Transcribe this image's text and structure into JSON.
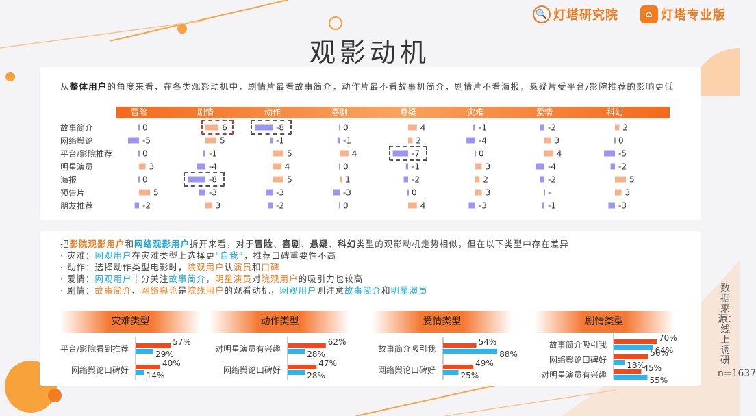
{
  "brand": {
    "left_name": "灯塔研究院",
    "right_name": "灯塔专业版"
  },
  "page_title": "观影动机",
  "intro": {
    "t1": "从",
    "t2": "整体用户",
    "t3": "的角度来看，在各类观影动机中，剧情片最看故事简介，动作片最不看故事机简介，剧情片不看海报，悬疑片受平台/影院推荐的影响更低"
  },
  "chart_data": {
    "type": "bar",
    "title": "",
    "genres": [
      "冒险",
      "剧情",
      "动作",
      "喜剧",
      "悬疑",
      "灾难",
      "爱情",
      "科幻"
    ],
    "rows": [
      "故事简介",
      "网络舆论",
      "平台/影院推荐",
      "明星演员",
      "海报",
      "预告片",
      "朋友推荐"
    ],
    "values": [
      [
        0,
        6,
        -8,
        0,
        4,
        -1,
        -2,
        2
      ],
      [
        -5,
        5,
        -1,
        -1,
        2,
        -4,
        3,
        0
      ],
      [
        0,
        -1,
        5,
        4,
        -7,
        0,
        4,
        -5
      ],
      [
        3,
        -4,
        4,
        0,
        -1,
        3,
        -4,
        -2
      ],
      [
        0,
        -8,
        5,
        1,
        -2,
        2,
        -2,
        5
      ],
      [
        5,
        -3,
        -3,
        -3,
        0,
        3,
        "-",
        3
      ],
      [
        -2,
        3,
        -2,
        0,
        4,
        -3,
        -1,
        -3
      ]
    ],
    "highlights": [
      {
        "row": 0,
        "col": 1,
        "style": "red"
      },
      {
        "row": 0,
        "col": 2,
        "style": "dark"
      },
      {
        "row": 2,
        "col": 4,
        "style": "dark"
      },
      {
        "row": 4,
        "col": 1,
        "style": "dark"
      }
    ],
    "colors": {
      "positive": "#f6b38b",
      "negative": "#9b96ee"
    }
  },
  "insights": {
    "p1": {
      "a": "把",
      "b": "影院观影用户",
      "c": "和",
      "d": "网络观影用户",
      "e": "拆开来看，对于",
      "f": "冒险",
      "g": "、",
      "h": "喜剧",
      "i": "、",
      "j": "悬疑",
      "k": "、",
      "l": "科幻",
      "m": "类型的观影动机走势相似，但在以下类型中存在差异"
    },
    "p2": {
      "a": "· 灾难：",
      "b": "网观用户",
      "c": "在灾难类型上选择更",
      "d": "“自我”",
      "e": "，推荐口碑重要性不高"
    },
    "p3": {
      "a": "· 动作：选择动作类型电影时，",
      "b": "院观用户",
      "c": "认",
      "d": "演员",
      "e": "和",
      "f": "口碑"
    },
    "p4": {
      "a": "· 爱情：",
      "b": "网观用户",
      "c": "十分关注",
      "d": "故事简介",
      "e": "，",
      "f": "明星演员",
      "g": "对",
      "h": "院观用户",
      "i": "的吸引力也较高"
    },
    "p5": {
      "a": "· 剧情：",
      "b": "故事简介",
      "c": "、",
      "d": "网络舆论",
      "e": "是",
      "f": "院线用户",
      "g": "的观看动机，",
      "h": "网观用户",
      "i": "则注意",
      "j": "故事简介",
      "k": "和",
      "l": "明星演员"
    }
  },
  "mini_charts": [
    {
      "title": "灾难类型",
      "type": "bar",
      "rows": [
        {
          "label": "平台/影院看到推荐",
          "cinema": 57,
          "online": 29
        },
        {
          "label": "网络舆论口碑好",
          "cinema": 40,
          "online": 14
        }
      ]
    },
    {
      "title": "动作类型",
      "type": "bar",
      "rows": [
        {
          "label": "对明星演员有兴趣",
          "cinema": 62,
          "online": 28
        },
        {
          "label": "网络舆论口碑好",
          "cinema": 47,
          "online": 28
        }
      ]
    },
    {
      "title": "爱情类型",
      "type": "bar",
      "rows": [
        {
          "label": "故事简介吸引我",
          "cinema": 54,
          "online": 88
        },
        {
          "label": "网络舆论口碑好",
          "cinema": 49,
          "online": 25
        }
      ]
    },
    {
      "title": "剧情类型",
      "type": "bar",
      "rows": [
        {
          "label": "故事简介吸引我",
          "cinema": 70,
          "online": 64
        },
        {
          "label": "网络舆论口碑好",
          "cinema": 56,
          "online": 18
        },
        {
          "label": "对明星演员有兴趣",
          "cinema": 45,
          "online": 55
        }
      ]
    }
  ],
  "mini_colors": {
    "cinema": "#f04a1c",
    "online": "#29b5ef"
  },
  "source": {
    "label": "数据来源：线上调研",
    "n": "n=1637"
  }
}
